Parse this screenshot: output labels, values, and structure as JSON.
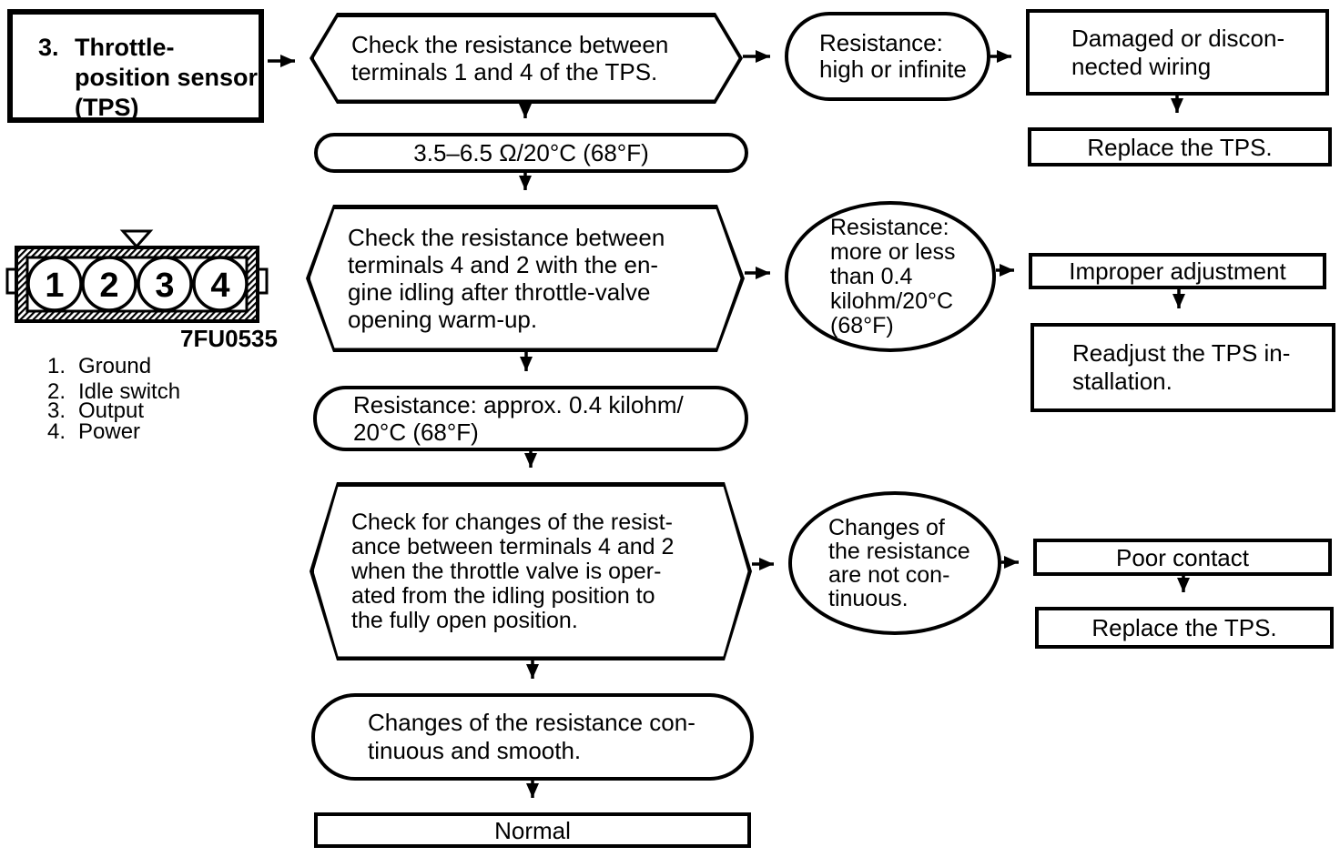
{
  "canvas": {
    "bg": "#ffffff",
    "ink": "#000000"
  },
  "title_box": {
    "number": "3.",
    "lines": [
      "Throttle-",
      "position sensor",
      "(TPS)"
    ]
  },
  "connector": {
    "pins": [
      "1",
      "2",
      "3",
      "4"
    ],
    "figure_code": "7FU0535",
    "legend": [
      {
        "num": "1.",
        "label": "Ground"
      },
      {
        "num": "2.",
        "label": "Idle switch"
      },
      {
        "num": "3.",
        "label": "Output"
      },
      {
        "num": "4.",
        "label": "Power"
      }
    ]
  },
  "flowchart": {
    "step1": {
      "check_lines": [
        "Check the resistance between",
        "terminals 1 and 4 of the TPS."
      ],
      "spec": "3.5–6.5 Ω/20°C (68°F)",
      "fail_lines": [
        "Resistance:",
        "high or infinite"
      ],
      "cause_lines": [
        "Damaged or discon-",
        "nected wiring"
      ],
      "action": "Replace the TPS."
    },
    "step2": {
      "check_lines": [
        "Check the resistance between",
        "terminals 4 and 2 with the en-",
        "gine idling after throttle-valve",
        "opening warm-up."
      ],
      "spec_lines": [
        "Resistance: approx. 0.4 kilohm/",
        "20°C (68°F)"
      ],
      "fail_lines": [
        "Resistance:",
        "more or less",
        "than 0.4",
        "kilohm/20°C",
        "(68°F)"
      ],
      "cause": "Improper adjustment",
      "action_lines": [
        "Readjust the TPS in-",
        "stallation."
      ]
    },
    "step3": {
      "check_lines": [
        "Check for changes of the resist-",
        "ance between terminals 4 and 2",
        "when the throttle valve is oper-",
        "ated from the idling position to",
        "the fully open position."
      ],
      "ok_lines": [
        "Changes of the resistance con-",
        "tinuous and smooth."
      ],
      "fail_lines": [
        "Changes of",
        "the resistance",
        "are not con-",
        "tinuous."
      ],
      "cause": "Poor contact",
      "action": "Replace the TPS."
    },
    "result": "Normal"
  }
}
